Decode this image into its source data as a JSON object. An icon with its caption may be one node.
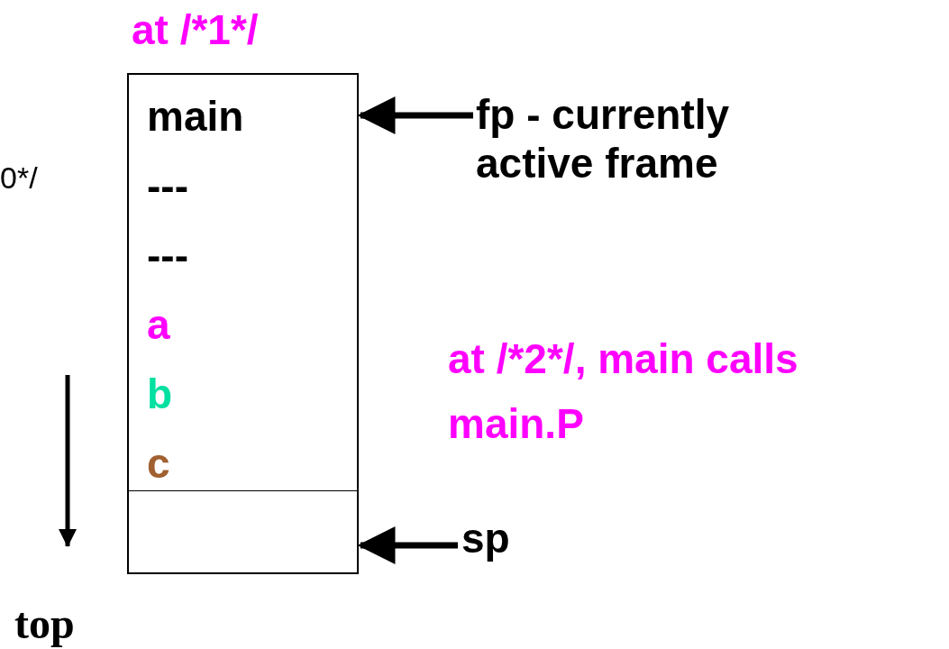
{
  "diagram": {
    "nodes": [
      {
        "text": [
          "main",
          "---",
          "---",
          "a",
          "b",
          "c"
        ]
      },
      {
        "text": [],
        "shape": "box"
      },
      {
        "text": [
          "fp - currently active frame"
        ]
      },
      {
        "text": [
          "sp"
        ]
      }
    ],
    "edges": [
      {
        "from": 2,
        "to": 0,
        "arrow": "to"
      },
      {
        "from": 3,
        "to": 1,
        "arrow": "to"
      }
    ],
    "labels": [
      "at /*1*/",
      "0*/",
      "at /*2*/, main calls main.P",
      "top"
    ]
  }
}
